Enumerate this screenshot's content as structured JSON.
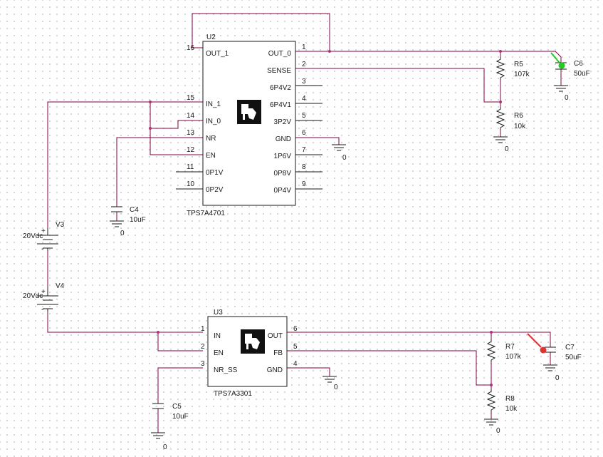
{
  "u2": {
    "ref": "U2",
    "part": "TPS7A4701",
    "left_pins": [
      {
        "num": "16",
        "name": "OUT_1"
      },
      {
        "num": "15",
        "name": "IN_1"
      },
      {
        "num": "14",
        "name": "IN_0"
      },
      {
        "num": "13",
        "name": "NR"
      },
      {
        "num": "12",
        "name": "EN"
      },
      {
        "num": "11",
        "name": "0P1V"
      },
      {
        "num": "10",
        "name": "0P2V"
      }
    ],
    "right_pins": [
      {
        "num": "1",
        "name": "OUT_0"
      },
      {
        "num": "2",
        "name": "SENSE"
      },
      {
        "num": "3",
        "name": "6P4V2"
      },
      {
        "num": "4",
        "name": "6P4V1"
      },
      {
        "num": "5",
        "name": "3P2V"
      },
      {
        "num": "6",
        "name": "GND"
      },
      {
        "num": "7",
        "name": "1P6V"
      },
      {
        "num": "8",
        "name": "0P8V"
      },
      {
        "num": "9",
        "name": "0P4V"
      }
    ]
  },
  "u3": {
    "ref": "U3",
    "part": "TPS7A3301",
    "left_pins": [
      {
        "num": "1",
        "name": "IN"
      },
      {
        "num": "2",
        "name": "EN"
      },
      {
        "num": "3",
        "name": "NR_SS"
      }
    ],
    "right_pins": [
      {
        "num": "6",
        "name": "OUT"
      },
      {
        "num": "5",
        "name": "FB"
      },
      {
        "num": "4",
        "name": "GND"
      }
    ]
  },
  "sources": {
    "v3": {
      "ref": "V3",
      "value": "20Vdc",
      "plus": "+",
      "minus": "-"
    },
    "v4": {
      "ref": "V4",
      "value": "20Vdc",
      "plus": "+",
      "minus": "-"
    }
  },
  "capacitors": {
    "c4": {
      "ref": "C4",
      "value": "10uF"
    },
    "c5": {
      "ref": "C5",
      "value": "10uF"
    },
    "c6": {
      "ref": "C6",
      "value": "50uF"
    },
    "c7": {
      "ref": "C7",
      "value": "50uF"
    }
  },
  "resistors": {
    "r5": {
      "ref": "R5",
      "value": "107k"
    },
    "r6": {
      "ref": "R6",
      "value": "10k"
    },
    "r7": {
      "ref": "R7",
      "value": "107k"
    },
    "r8": {
      "ref": "R8",
      "value": "10k"
    }
  },
  "ground_label": "0",
  "colors": {
    "wire": "#800040",
    "junction": "#b03080",
    "probe_green": "#22cc22",
    "probe_red": "#dd3333"
  }
}
